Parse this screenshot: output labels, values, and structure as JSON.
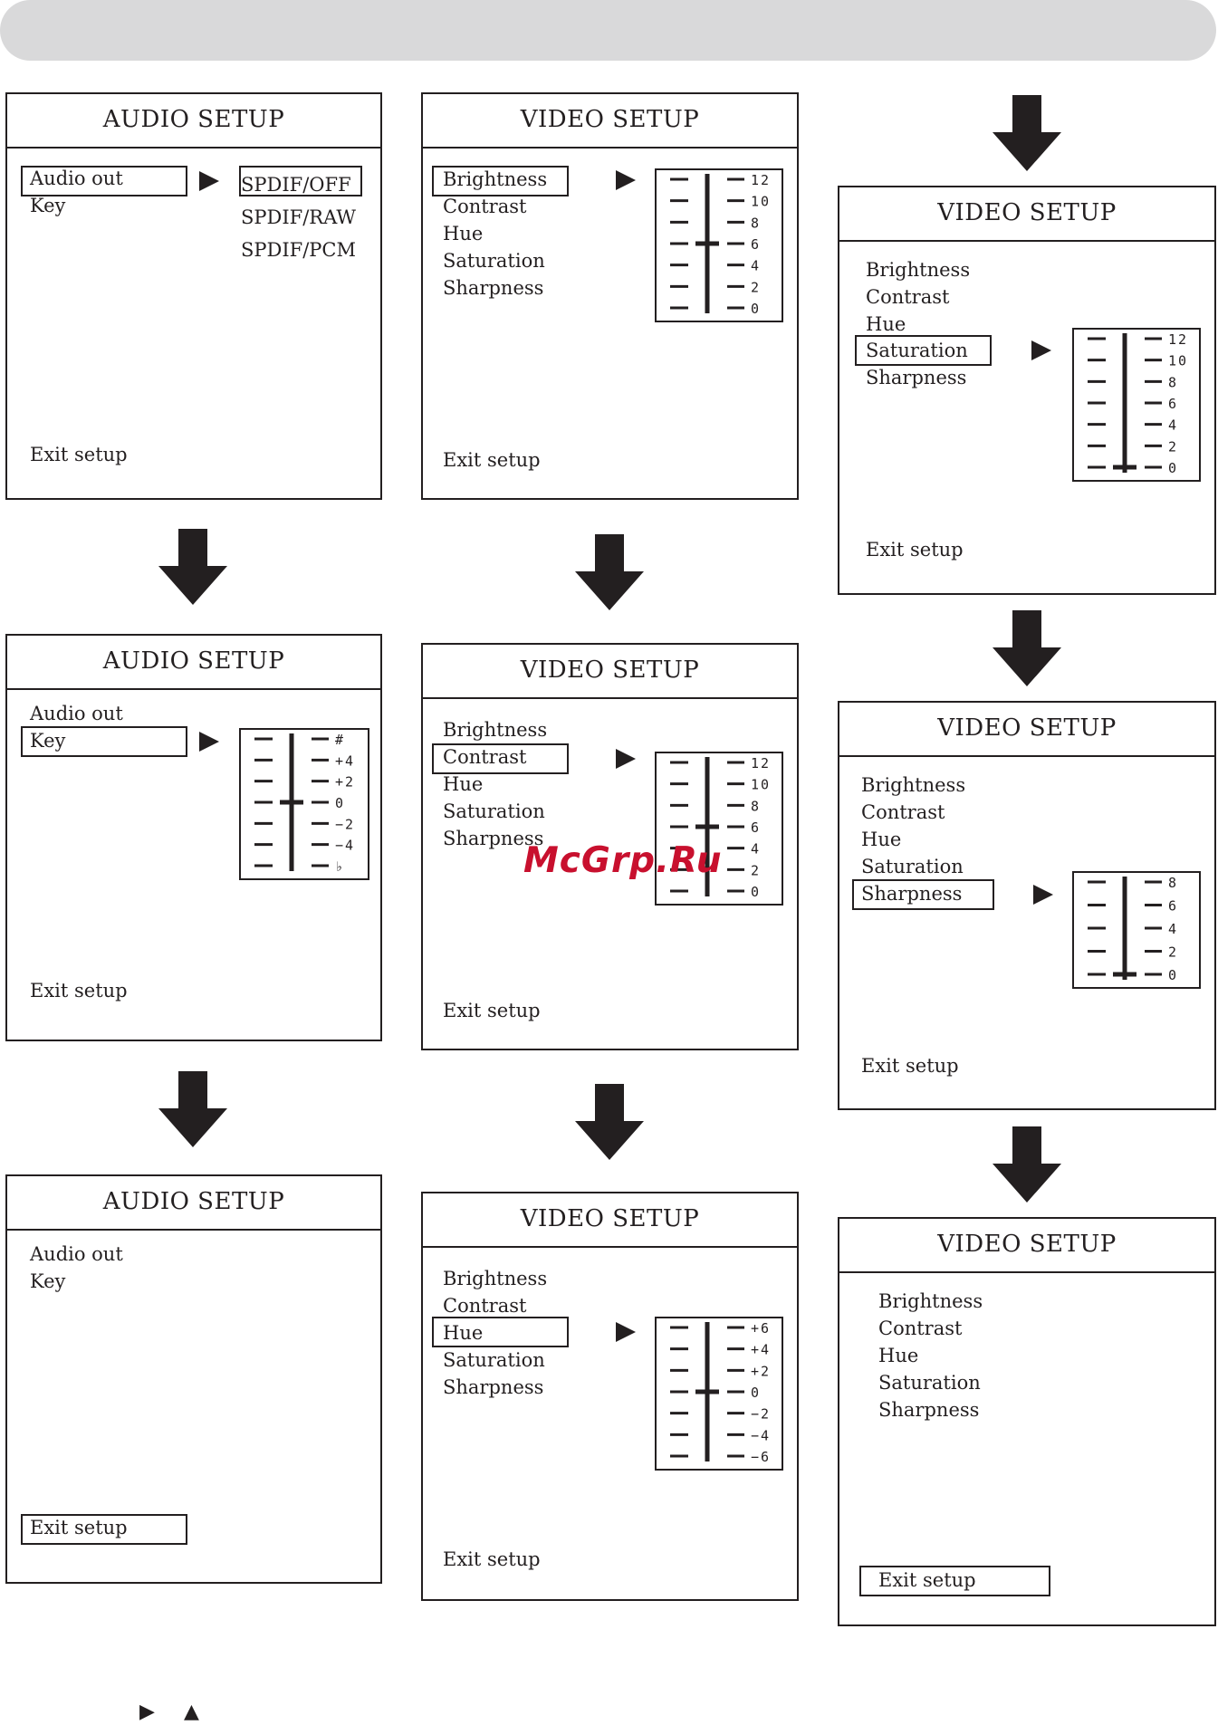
{
  "audio": {
    "title": "AUDIO SETUP",
    "audio_out": "Audio out",
    "key": "Key",
    "exit": "Exit setup",
    "spdif_options": [
      "SPDIF/OFF",
      "SPDIF/RAW",
      "SPDIF/PCM"
    ]
  },
  "video": {
    "title": "VIDEO SETUP",
    "items": [
      "Brightness",
      "Contrast",
      "Hue",
      "Saturation",
      "Sharpness"
    ],
    "exit": "Exit setup"
  },
  "scales": {
    "audio_key": {
      "labels": [
        "#",
        "+4",
        "+2",
        "0",
        "−2",
        "−4",
        "♭"
      ],
      "selected": "0"
    },
    "brightness": {
      "labels": [
        "12",
        "10",
        "8",
        "6",
        "4",
        "2",
        "0"
      ],
      "selected": "6"
    },
    "contrast": {
      "labels": [
        "12",
        "10",
        "8",
        "6",
        "4",
        "2",
        "0"
      ],
      "selected": "6"
    },
    "hue": {
      "labels": [
        "+6",
        "+4",
        "+2",
        "0",
        "−2",
        "−4",
        "−6"
      ],
      "selected": "0"
    },
    "saturation": {
      "labels": [
        "12",
        "10",
        "8",
        "6",
        "4",
        "2",
        "0"
      ],
      "selected": "0"
    },
    "sharpness": {
      "labels": [
        "8",
        "6",
        "4",
        "2",
        "0"
      ],
      "selected": "0"
    }
  },
  "watermark": "McGrp.Ru",
  "legend_symbols": [
    "▶",
    "▲"
  ]
}
